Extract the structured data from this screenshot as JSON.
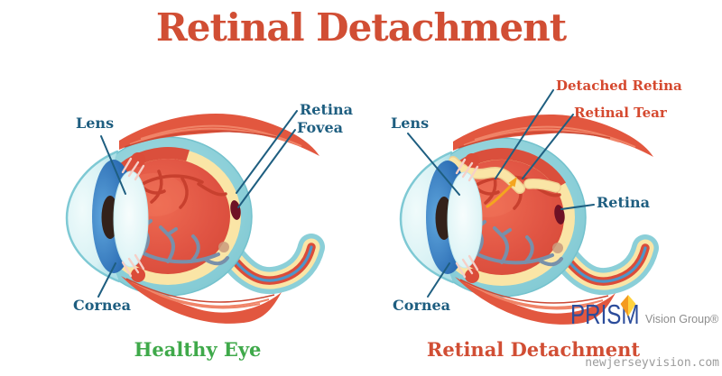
{
  "title": "Retinal Detachment",
  "panels": {
    "healthy": {
      "caption": "Healthy Eye",
      "labels": {
        "lens": "Lens",
        "retina": "Retina",
        "fovea": "Fovea",
        "cornea": "Cornea"
      }
    },
    "detached": {
      "caption": "Retinal Detachment",
      "labels": {
        "detached_retina": "Detached Retina",
        "retinal_tear": "Retinal Tear",
        "lens": "Lens",
        "retina": "Retina",
        "cornea": "Cornea"
      }
    }
  },
  "logo": {
    "name": "PRISM",
    "suffix": "Vision Group®"
  },
  "watermark": "newjerseyvision.com",
  "colors": {
    "title_red": "#D14E34",
    "annotation_red": "#D5492F",
    "label_blue": "#1E5E80",
    "healthy_green": "#3FA94A",
    "logo_blue": "#2B4C9B",
    "logo_gray": "#8D8D8D",
    "diamond_orange": "#F49A1E",
    "diamond_yellow": "#FFD23E",
    "sclera_teal": "#8BCFD8",
    "retina_cream": "#FAE5A6",
    "eye_red": "#DB4C39",
    "muscle_red": "#E2573F",
    "vessel_dark_red": "#C8402E",
    "vessel_blue_gray": "#7890AA",
    "arrow_orange": "#F4A51F",
    "watermark_gray": "#9C9C9C"
  }
}
